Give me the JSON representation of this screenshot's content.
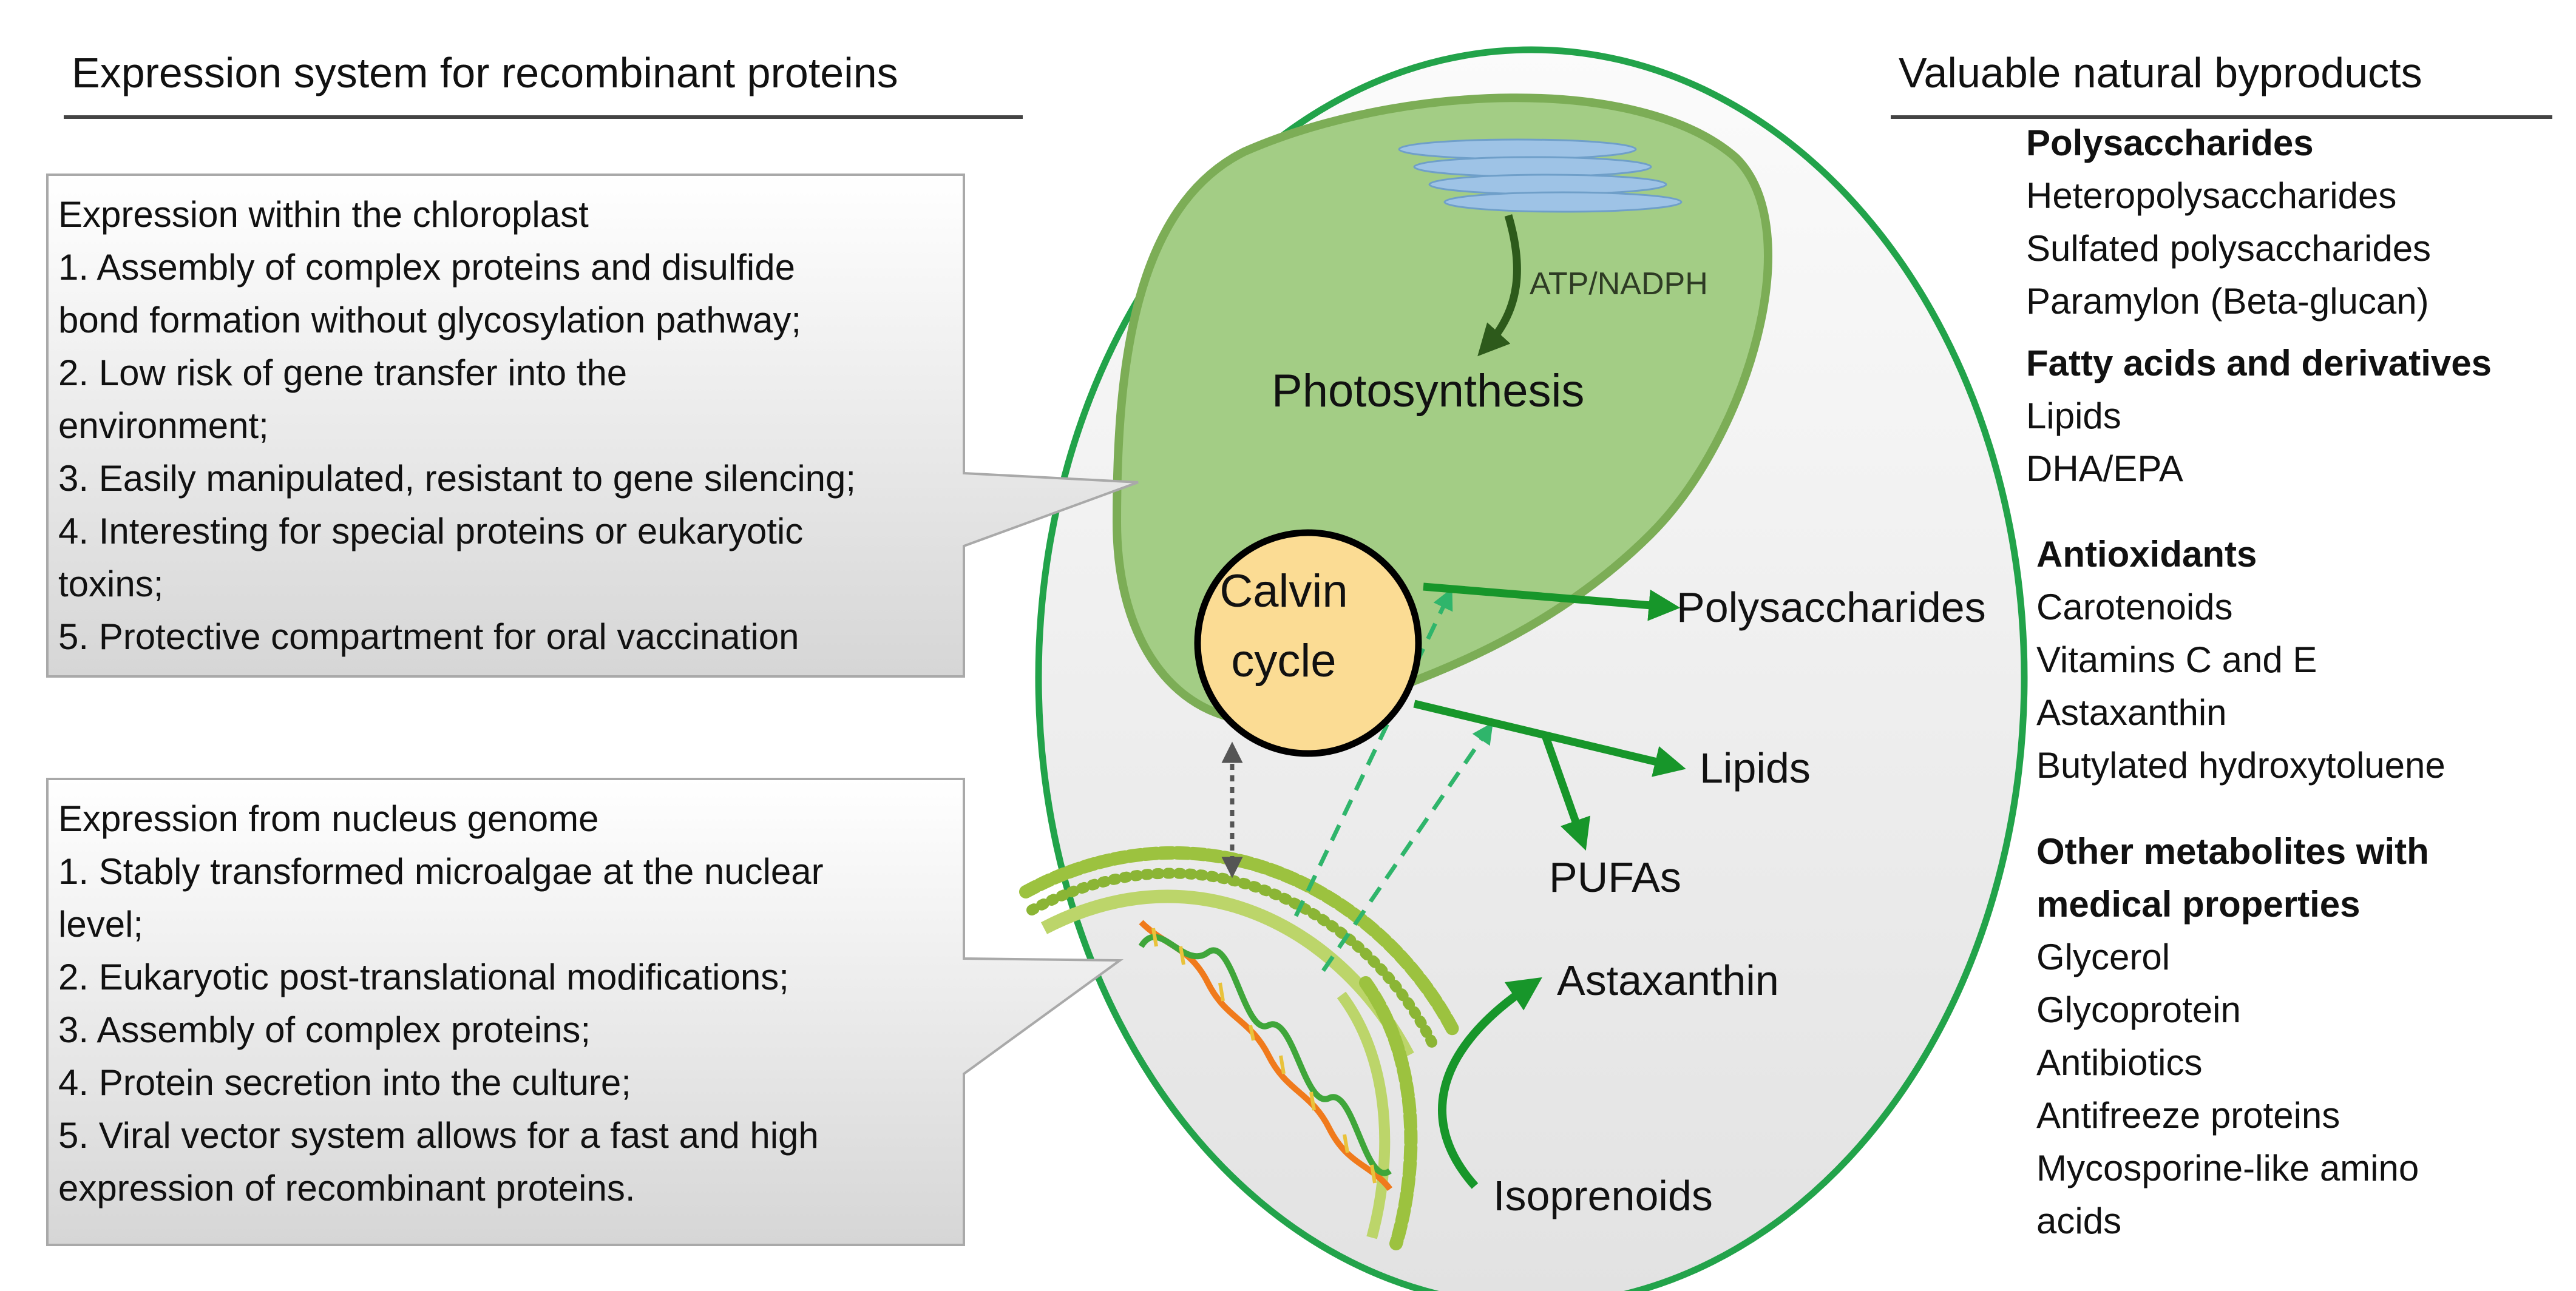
{
  "headings": {
    "left": "Expression system for recombinant proteins",
    "right": "Valuable natural byproducts"
  },
  "chloroplast_box": {
    "lines": [
      "Expression within the chloroplast",
      "1. Assembly of complex proteins and disulfide",
      "bond formation without glycosylation pathway;",
      "2. Low risk of gene transfer into the",
      "environment;",
      "3. Easily manipulated, resistant to gene silencing;",
      "4. Interesting for special proteins or eukaryotic",
      "toxins;",
      "5. Protective compartment for oral vaccination"
    ]
  },
  "nucleus_box": {
    "lines": [
      "Expression from nucleus genome",
      "1. Stably transformed microalgae at the nuclear",
      "level;",
      "2. Eukaryotic post-translational modifications;",
      "3. Assembly of complex proteins;",
      "4. Protein secretion into the culture;",
      "5. Viral vector system allows for a fast and high",
      "expression of recombinant proteins."
    ]
  },
  "cell": {
    "atp": "ATP/NADPH",
    "photosynthesis": "Photosynthesis",
    "calvin_1": "Calvin",
    "calvin_2": "cycle",
    "polysaccharides": "Polysaccharides",
    "lipids": "Lipids",
    "pufas": "PUFAs",
    "astaxanthin": "Astaxanthin",
    "isoprenoids": "Isoprenoids"
  },
  "byproducts": {
    "polysaccharides": {
      "title": "Polysaccharides",
      "items": [
        "Heteropolysaccharides",
        "Sulfated polysaccharides",
        "Paramylon (Beta-glucan)"
      ]
    },
    "fatty_acids": {
      "title": "Fatty acids and derivatives",
      "items": [
        "Lipids",
        "DHA/EPA"
      ]
    },
    "antioxidants": {
      "title": "Antioxidants",
      "items": [
        "Carotenoids",
        "Vitamins C and E",
        "Astaxanthin",
        "Butylated hydroxytoluene"
      ]
    },
    "other": {
      "title_1": "Other metabolites with",
      "title_2": "medical properties",
      "items": [
        "Glycerol",
        "Glycoprotein",
        "Antibiotics",
        "Antifreeze proteins",
        "Mycosporine-like amino",
        "acids"
      ]
    }
  },
  "colors": {
    "cell_outline": "#22a34a",
    "chloroplast_fill": "#a3cd85",
    "chloroplast_edge": "#7cad56",
    "calvin_fill": "#fbdc94",
    "arrow_green": "#17962a",
    "dashed_teal": "#2fb56b",
    "thylakoid": "#9ec3e6"
  }
}
